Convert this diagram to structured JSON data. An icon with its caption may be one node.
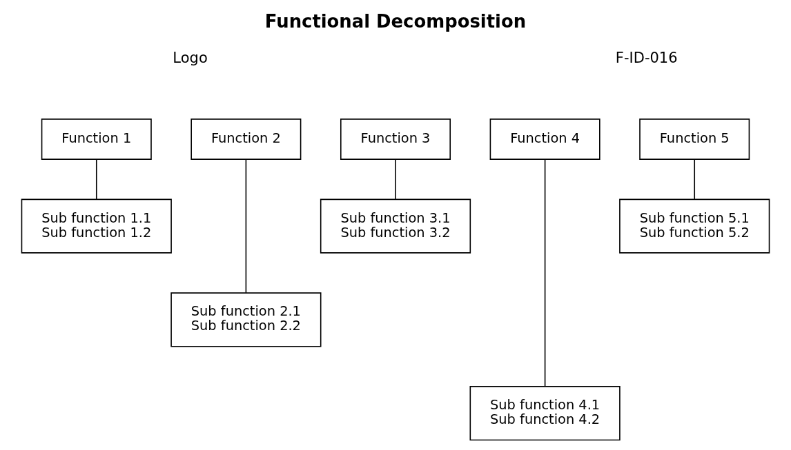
{
  "diagram": {
    "title": "Functional Decomposition",
    "nodes": [
      {
        "text": [
          "Function 1"
        ]
      },
      {
        "text": [
          "Function 2"
        ]
      },
      {
        "text": [
          "Function 3"
        ]
      },
      {
        "text": [
          "Function 4"
        ]
      },
      {
        "text": [
          "Function 5"
        ]
      },
      {
        "text": [
          "Sub function 1.1",
          "Sub function 1.2"
        ]
      },
      {
        "text": [
          "Sub function 3.1",
          "Sub function 3.2"
        ]
      },
      {
        "text": [
          "Sub function 5.1",
          "Sub function 5.2"
        ]
      },
      {
        "text": [
          "Sub function 2.1",
          "Sub function 2.2"
        ]
      },
      {
        "text": [
          "Sub function 4.1",
          "Sub function 4.2"
        ]
      }
    ],
    "edges": [
      {
        "from": 0,
        "to": 5,
        "arrow": "none"
      },
      {
        "from": 1,
        "to": 8,
        "arrow": "none"
      },
      {
        "from": 2,
        "to": 6,
        "arrow": "none"
      },
      {
        "from": 3,
        "to": 9,
        "arrow": "none"
      },
      {
        "from": 4,
        "to": 7,
        "arrow": "none"
      }
    ],
    "labels": [
      "Logo",
      "F-ID-016"
    ]
  }
}
